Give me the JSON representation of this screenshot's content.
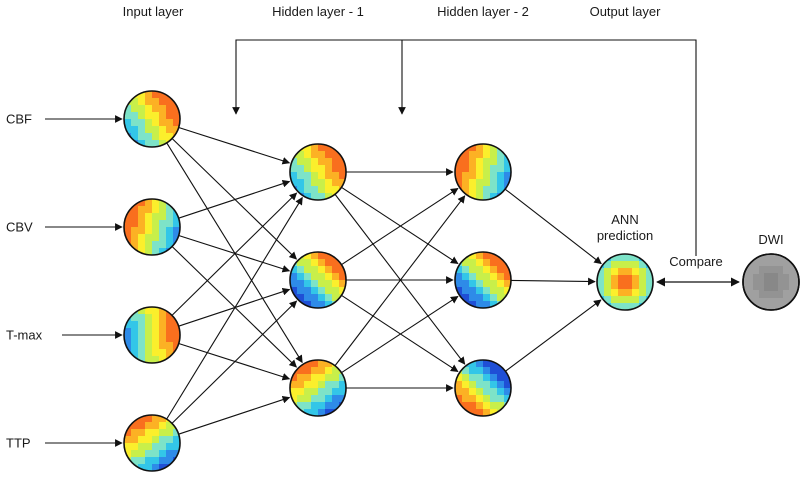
{
  "layers": {
    "input": "Input layer",
    "hidden1": "Hidden layer - 1",
    "hidden2": "Hidden layer - 2",
    "output": "Output layer"
  },
  "inputs": [
    "CBF",
    "CBV",
    "T-max",
    "TTP"
  ],
  "ann": {
    "line1": "ANN",
    "line2": "prediction"
  },
  "compare": "Compare",
  "target": "DWI",
  "colors": {
    "edge": "#111111",
    "node_outline": "#111111",
    "heatmap": [
      "#1f4fd6",
      "#2e8be8",
      "#33c6e8",
      "#7de3c8",
      "#c8ef4a",
      "#fbef2c",
      "#fcb124",
      "#f96f1e"
    ],
    "dwi": [
      "#888888",
      "#939393",
      "#a0a0a0"
    ]
  }
}
